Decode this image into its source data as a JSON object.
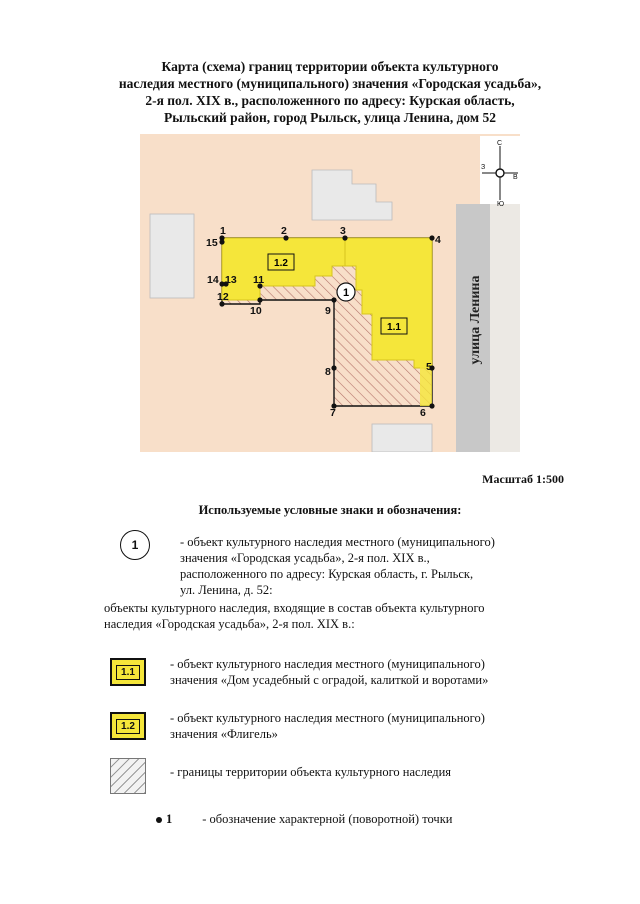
{
  "title": {
    "lines": [
      "Карта (схема) границ территории объекта культурного",
      "наследия местного (муниципального) значения «Городская усадьба»,",
      "2-я пол. XIX в., расположенного по адресу: Курская область,",
      "Рыльский район, город Рыльск, улица Ленина, дом 52"
    ]
  },
  "map": {
    "street_label": "улица Ленина",
    "compass": {
      "n": "С",
      "s": "Ю",
      "e": "В",
      "w": "З"
    },
    "object_label": "1",
    "building_labels": [
      "1.1",
      "1.2"
    ],
    "points": [
      "1",
      "2",
      "3",
      "4",
      "5",
      "6",
      "7",
      "8",
      "9",
      "10",
      "11",
      "12",
      "13",
      "14",
      "15"
    ],
    "colors": {
      "background": "#f8dfc9",
      "buildings": "#e9e9e9",
      "street": "#c8c8c8",
      "heritage_fill": "#f5e63a",
      "territory_hatch": "#b5746a"
    }
  },
  "scale": "Масштаб 1:500",
  "legend": {
    "title": "Используемые условные знаки и обозначения:",
    "object_symbol": "1",
    "object_lines": [
      "- объект культурного наследия местного (муниципального)",
      "значения «Городская усадьба», 2-я пол. XIX в.,",
      "расположенного по адресу: Курская область, г. Рыльск,",
      "ул. Ленина, д. 52:"
    ],
    "composition_lines": [
      "объекты культурного наследия, входящие в состав объекта культурного",
      "наследия «Городская усадьба», 2-я пол. XIX в.:"
    ],
    "item_1_1": {
      "label": "1.1",
      "lines": [
        "- объект культурного наследия местного (муниципального)",
        "значения «Дом усадебный с оградой, калиткой и воротами»"
      ]
    },
    "item_1_2": {
      "label": "1.2",
      "lines": [
        "- объект культурного наследия местного (муниципального)",
        "значения «Флигель»"
      ]
    },
    "territory": "- границы территории объекта культурного наследия",
    "point_number": "1",
    "point_text": "- обозначение характерной (поворотной) точки"
  }
}
